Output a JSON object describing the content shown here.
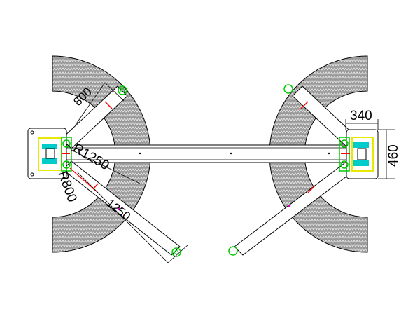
{
  "dimensions": {
    "arm_short": "800",
    "radius_long": "R1250",
    "radius_short": "R800",
    "arm_long": "1250",
    "base_width": "340",
    "base_depth": "460"
  },
  "colors": {
    "hatch": "#888888",
    "pad": "#00cc00",
    "accent": "#ff0000",
    "carriage": "#00cccc",
    "bracket": "#e8e800",
    "marker": "#cc00cc"
  }
}
